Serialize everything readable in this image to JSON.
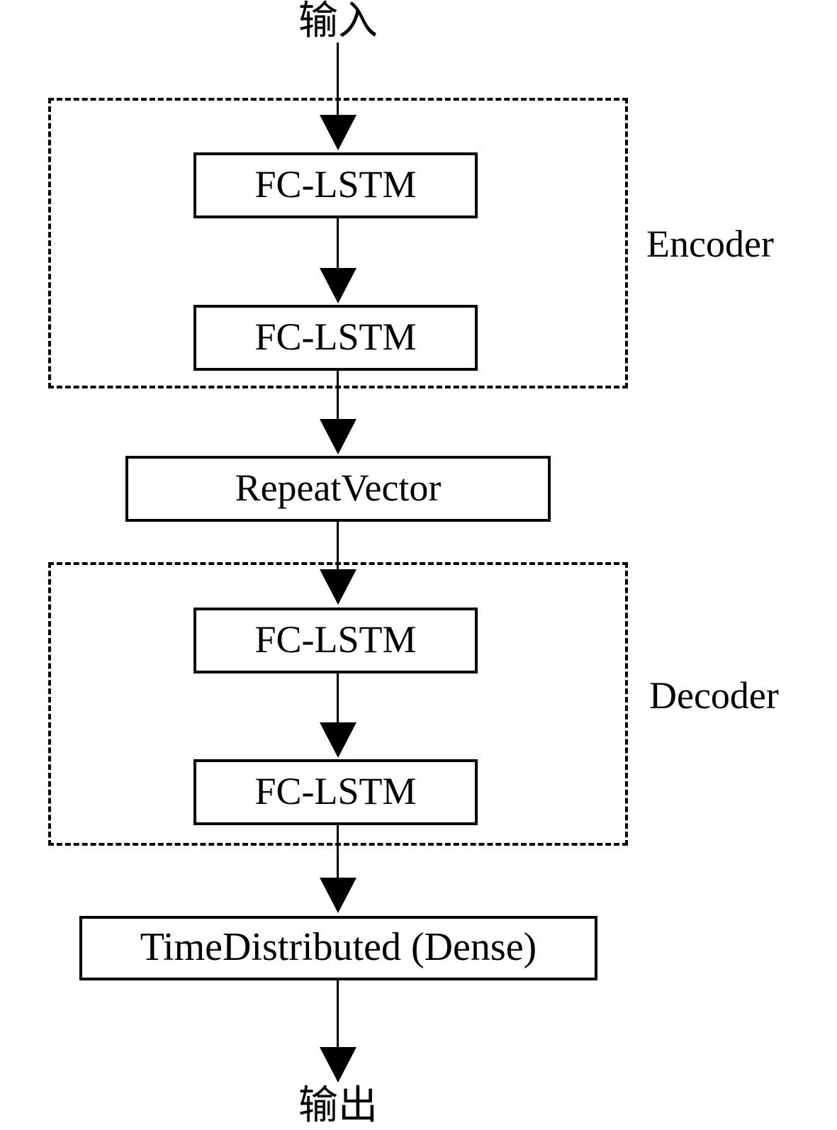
{
  "figure": {
    "input_label": "输入",
    "output_label": "输出",
    "encoder": {
      "label": "Encoder",
      "layers": [
        {
          "label": "FC-LSTM"
        },
        {
          "label": "FC-LSTM"
        }
      ]
    },
    "bottleneck": {
      "label": "RepeatVector"
    },
    "decoder": {
      "label": "Decoder",
      "layers": [
        {
          "label": "FC-LSTM"
        },
        {
          "label": "FC-LSTM"
        }
      ]
    },
    "output_layer": {
      "label": "TimeDistributed (Dense)"
    },
    "colors": {
      "stroke": "#000000",
      "background": "#ffffff"
    }
  }
}
